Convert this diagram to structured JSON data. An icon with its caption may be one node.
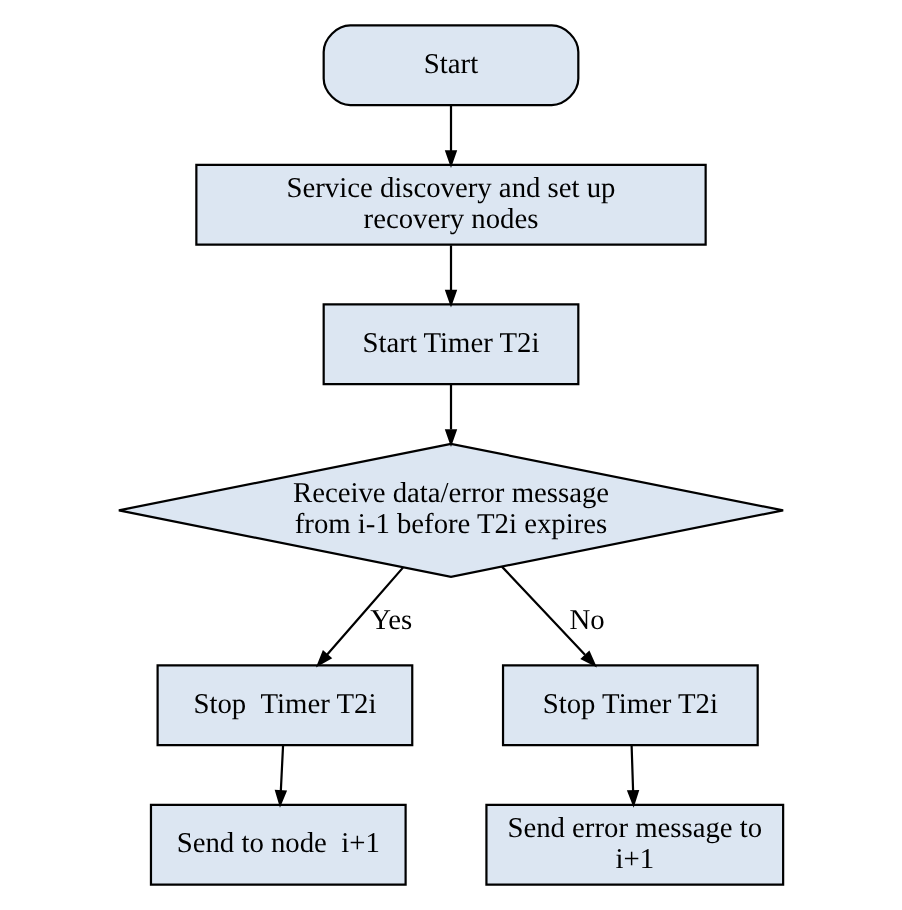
{
  "diagram": {
    "nodes": [
      {
        "text": [
          "Start"
        ]
      },
      {
        "text": [
          "Service discovery and set up recovery nodes"
        ]
      },
      {
        "text": [
          "Start Timer T2i"
        ]
      },
      {
        "text": [
          "Receive data/error message from i-1 before T2i expires"
        ]
      },
      {
        "text": [
          "Stop  Timer T2i"
        ]
      },
      {
        "text": [
          "Stop Timer T2i"
        ]
      },
      {
        "text": [
          "Send to node  i+1"
        ]
      },
      {
        "text": [
          "Send error message to i+1"
        ]
      }
    ],
    "edges": [
      {
        "from": 0,
        "to": 1,
        "arrow": "to"
      },
      {
        "from": 1,
        "to": 2,
        "arrow": "to"
      },
      {
        "from": 2,
        "to": 3,
        "arrow": "to"
      },
      {
        "from": 3,
        "to": 4,
        "arrow": "to",
        "label": "Yes"
      },
      {
        "from": 3,
        "to": 5,
        "arrow": "to",
        "label": "No"
      },
      {
        "from": 4,
        "to": 6,
        "arrow": "to"
      },
      {
        "from": 5,
        "to": 7,
        "arrow": "to"
      }
    ]
  }
}
